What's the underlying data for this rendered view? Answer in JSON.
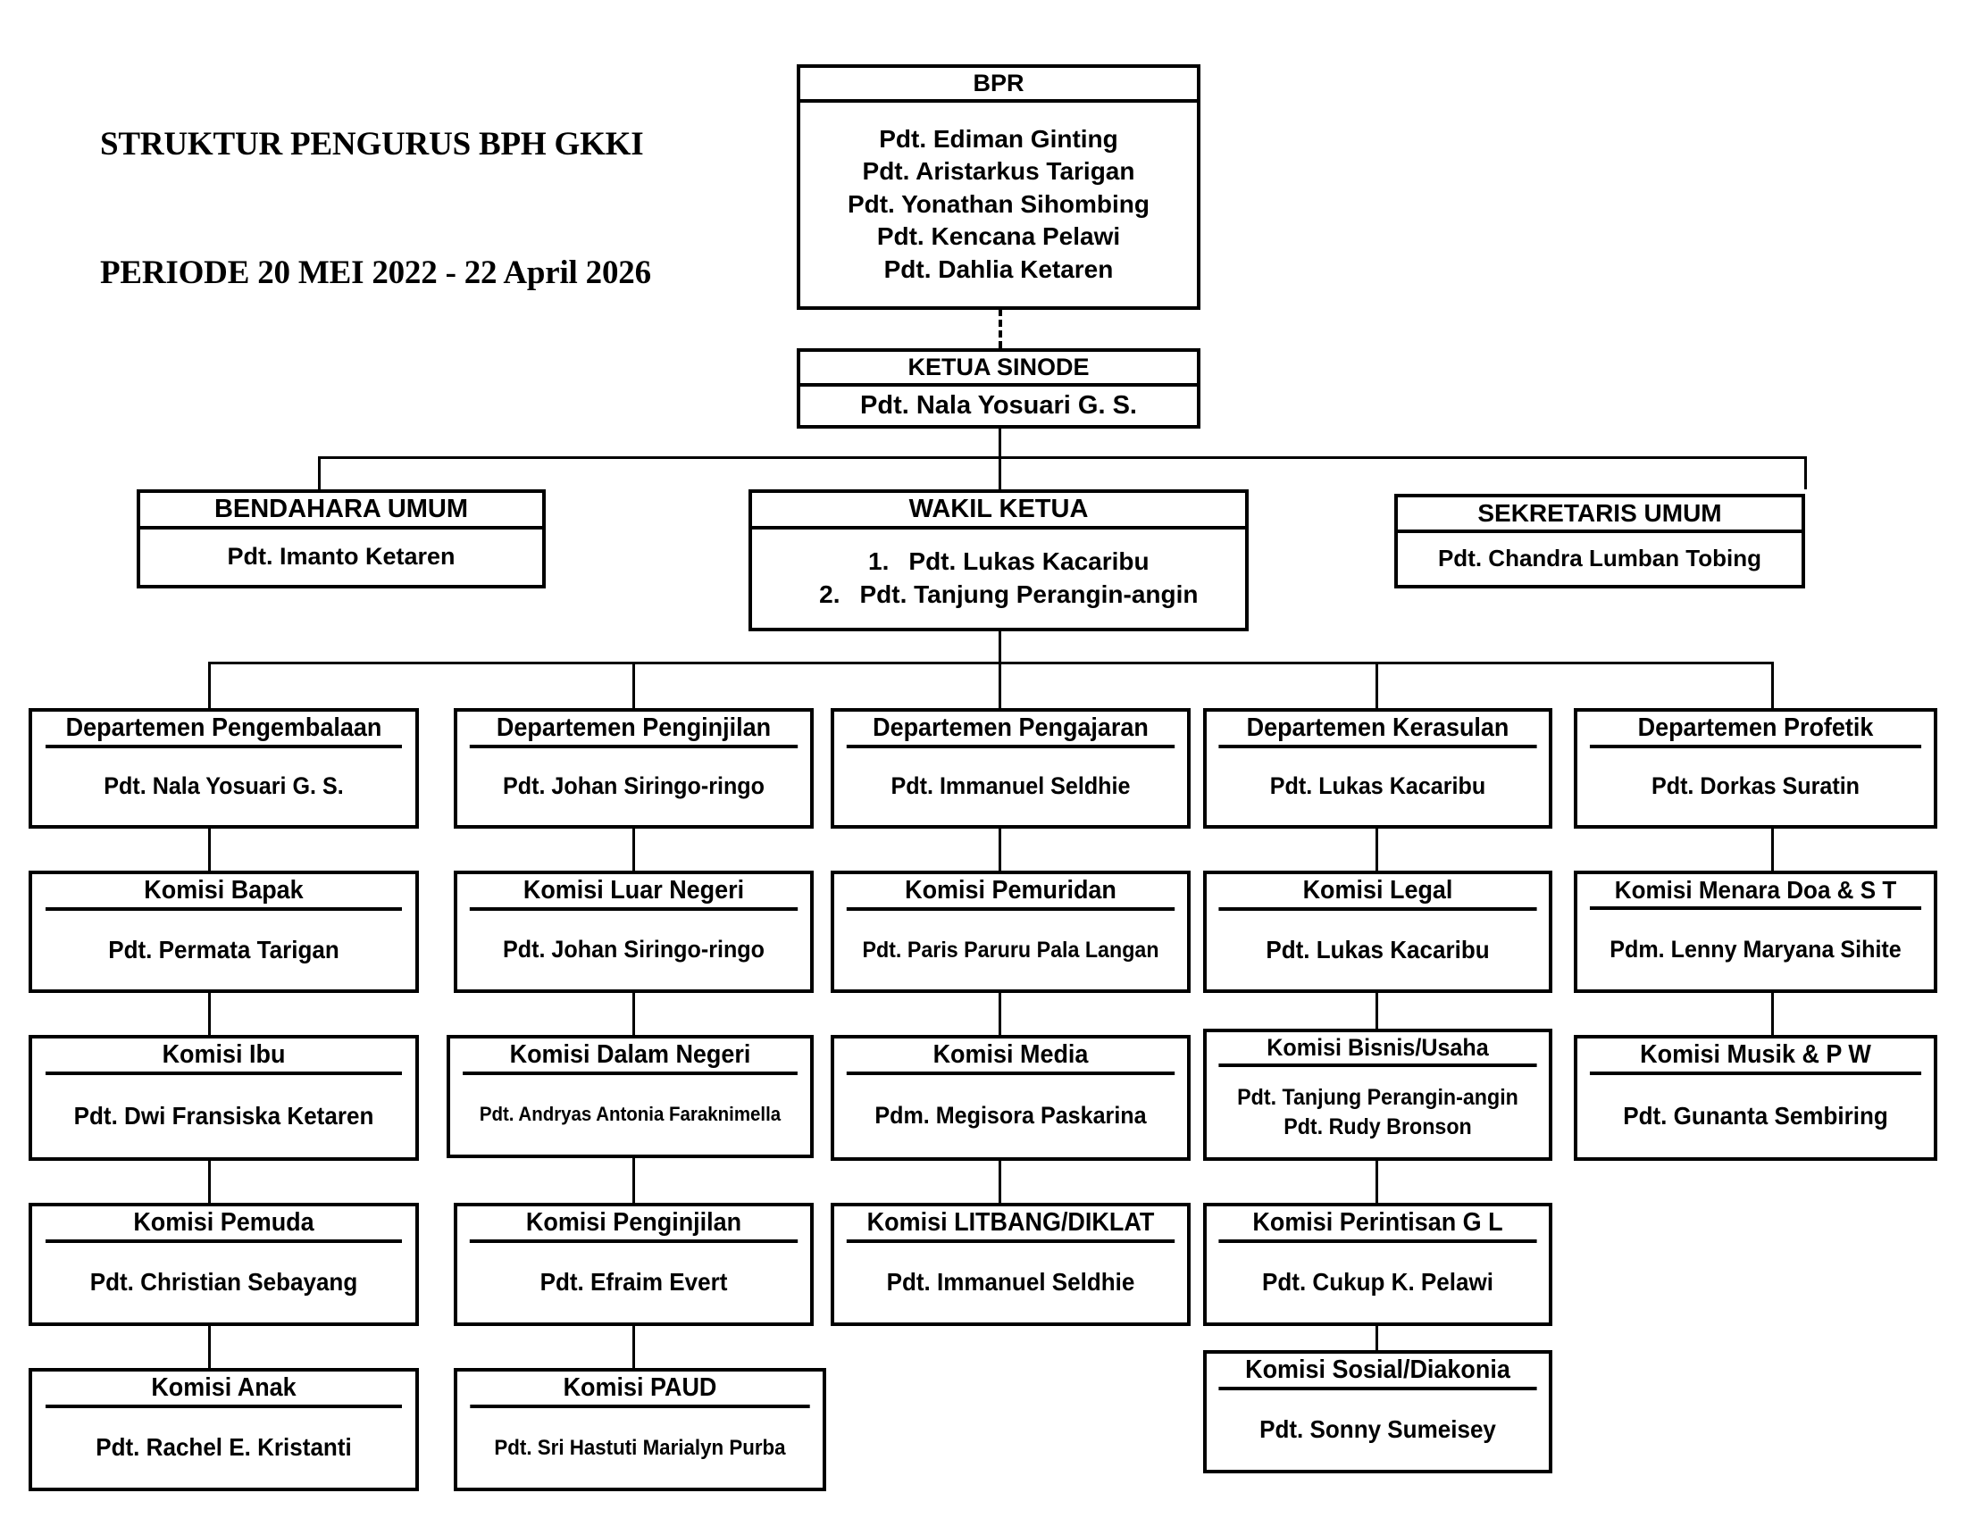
{
  "title": {
    "line1": "STRUKTUR PENGURUS BPH GKKI",
    "line2": "PERIODE 20 MEI 2022 - 22 April 2026"
  },
  "chart_data": {
    "type": "diagram",
    "diagram_kind": "organizational-chart",
    "title": "STRUKTUR PENGURUS BPH GKKI PERIODE 20 MEI 2022 - 22 April 2026",
    "nodes": [
      {
        "id": "bpr",
        "header": "BPR",
        "members": [
          "Pdt. Ediman Ginting",
          "Pdt. Aristarkus Tarigan",
          "Pdt. Yonathan Sihombing",
          "Pdt. Kencana Pelawi",
          "Pdt. Dahlia Ketaren"
        ]
      },
      {
        "id": "ketua-sinode",
        "header": "KETUA SINODE",
        "members": [
          "Pdt. Nala Yosuari G. S."
        ]
      },
      {
        "id": "bendahara-umum",
        "header": "BENDAHARA UMUM",
        "members": [
          "Pdt. Imanto Ketaren"
        ]
      },
      {
        "id": "wakil-ketua",
        "header": "WAKIL KETUA",
        "members": [
          "Pdt. Lukas Kacaribu",
          "Pdt. Tanjung Perangin-angin"
        ]
      },
      {
        "id": "sekretaris-umum",
        "header": "SEKRETARIS UMUM",
        "members": [
          "Pdt. Chandra Lumban Tobing"
        ]
      },
      {
        "id": "dep-pengembalaan",
        "header": "Departemen Pengembalaan",
        "members": [
          "Pdt. Nala Yosuari G. S."
        ]
      },
      {
        "id": "dep-penginjilan",
        "header": "Departemen Penginjilan",
        "members": [
          "Pdt. Johan Siringo-ringo"
        ]
      },
      {
        "id": "dep-pengajaran",
        "header": "Departemen Pengajaran",
        "members": [
          "Pdt. Immanuel Seldhie"
        ]
      },
      {
        "id": "dep-kerasulan",
        "header": "Departemen Kerasulan",
        "members": [
          "Pdt. Lukas Kacaribu"
        ]
      },
      {
        "id": "dep-profetik",
        "header": "Departemen Profetik",
        "members": [
          "Pdt. Dorkas Suratin"
        ]
      },
      {
        "id": "kom-bapak",
        "header": "Komisi Bapak",
        "members": [
          "Pdt. Permata Tarigan"
        ]
      },
      {
        "id": "kom-ibu",
        "header": "Komisi Ibu",
        "members": [
          "Pdt. Dwi Fransiska Ketaren"
        ]
      },
      {
        "id": "kom-pemuda",
        "header": "Komisi Pemuda",
        "members": [
          "Pdt. Christian Sebayang"
        ]
      },
      {
        "id": "kom-anak",
        "header": "Komisi Anak",
        "members": [
          "Pdt. Rachel E. Kristanti"
        ]
      },
      {
        "id": "kom-luar-negeri",
        "header": "Komisi Luar Negeri",
        "members": [
          "Pdt. Johan Siringo-ringo"
        ]
      },
      {
        "id": "kom-dalam-negeri",
        "header": "Komisi Dalam Negeri",
        "members": [
          "Pdt. Andryas Antonia Faraknimella"
        ]
      },
      {
        "id": "kom-penginjilan",
        "header": "Komisi Penginjilan",
        "members": [
          "Pdt. Efraim Evert"
        ]
      },
      {
        "id": "kom-paud",
        "header": "Komisi PAUD",
        "members": [
          "Pdt. Sri Hastuti Marialyn Purba"
        ]
      },
      {
        "id": "kom-pemuridan",
        "header": "Komisi Pemuridan",
        "members": [
          "Pdt. Paris Paruru Pala Langan"
        ]
      },
      {
        "id": "kom-media",
        "header": "Komisi Media",
        "members": [
          "Pdm. Megisora Paskarina"
        ]
      },
      {
        "id": "kom-litbang",
        "header": "Komisi LITBANG/DIKLAT",
        "members": [
          "Pdt. Immanuel Seldhie"
        ]
      },
      {
        "id": "kom-legal",
        "header": "Komisi Legal",
        "members": [
          "Pdt. Lukas Kacaribu"
        ]
      },
      {
        "id": "kom-bisnis",
        "header": "Komisi Bisnis/Usaha",
        "members": [
          "Pdt. Tanjung Perangin-angin",
          "Pdt. Rudy Bronson"
        ]
      },
      {
        "id": "kom-perintisan",
        "header": "Komisi Perintisan G L",
        "members": [
          "Pdt. Cukup K. Pelawi"
        ]
      },
      {
        "id": "kom-sosial",
        "header": "Komisi Sosial/Diakonia",
        "members": [
          "Pdt. Sonny Sumeisey"
        ]
      },
      {
        "id": "kom-menara-doa",
        "header": "Komisi Menara Doa & S T",
        "members": [
          "Pdm. Lenny Maryana Sihite"
        ]
      },
      {
        "id": "kom-musik",
        "header": "Komisi Musik & P W",
        "members": [
          "Pdt. Gunanta Sembiring"
        ]
      }
    ],
    "edges": [
      {
        "from": "bpr",
        "to": "ketua-sinode",
        "style": "dashed"
      },
      {
        "from": "ketua-sinode",
        "to": "bendahara-umum",
        "style": "solid"
      },
      {
        "from": "ketua-sinode",
        "to": "wakil-ketua",
        "style": "solid"
      },
      {
        "from": "ketua-sinode",
        "to": "sekretaris-umum",
        "style": "solid"
      },
      {
        "from": "wakil-ketua",
        "to": "dep-pengembalaan",
        "style": "solid"
      },
      {
        "from": "wakil-ketua",
        "to": "dep-penginjilan",
        "style": "solid"
      },
      {
        "from": "wakil-ketua",
        "to": "dep-pengajaran",
        "style": "solid"
      },
      {
        "from": "wakil-ketua",
        "to": "dep-kerasulan",
        "style": "solid"
      },
      {
        "from": "wakil-ketua",
        "to": "dep-profetik",
        "style": "solid"
      },
      {
        "from": "dep-pengembalaan",
        "to": "kom-bapak",
        "style": "solid"
      },
      {
        "from": "kom-bapak",
        "to": "kom-ibu",
        "style": "solid"
      },
      {
        "from": "kom-ibu",
        "to": "kom-pemuda",
        "style": "solid"
      },
      {
        "from": "kom-pemuda",
        "to": "kom-anak",
        "style": "solid"
      },
      {
        "from": "dep-penginjilan",
        "to": "kom-luar-negeri",
        "style": "solid"
      },
      {
        "from": "kom-luar-negeri",
        "to": "kom-dalam-negeri",
        "style": "solid"
      },
      {
        "from": "kom-dalam-negeri",
        "to": "kom-penginjilan",
        "style": "solid"
      },
      {
        "from": "kom-penginjilan",
        "to": "kom-paud",
        "style": "solid"
      },
      {
        "from": "dep-pengajaran",
        "to": "kom-pemuridan",
        "style": "solid"
      },
      {
        "from": "kom-pemuridan",
        "to": "kom-media",
        "style": "solid"
      },
      {
        "from": "kom-media",
        "to": "kom-litbang",
        "style": "solid"
      },
      {
        "from": "dep-kerasulan",
        "to": "kom-legal",
        "style": "solid"
      },
      {
        "from": "kom-legal",
        "to": "kom-bisnis",
        "style": "solid"
      },
      {
        "from": "kom-bisnis",
        "to": "kom-perintisan",
        "style": "solid"
      },
      {
        "from": "kom-perintisan",
        "to": "kom-sosial",
        "style": "solid"
      },
      {
        "from": "dep-profetik",
        "to": "kom-menara-doa",
        "style": "solid"
      },
      {
        "from": "kom-menara-doa",
        "to": "kom-musik",
        "style": "solid"
      }
    ],
    "colors": {
      "box_border": "#000000",
      "box_fill": "#ffffff",
      "text": "#000000",
      "background": "#ffffff"
    }
  },
  "nodes": {
    "bpr": {
      "header": "BPR",
      "m0": "Pdt. Ediman Ginting",
      "m1": "Pdt. Aristarkus Tarigan",
      "m2": "Pdt. Yonathan Sihombing",
      "m3": "Pdt. Kencana Pelawi",
      "m4": "Pdt. Dahlia Ketaren"
    },
    "ketua_sinode": {
      "header": "KETUA SINODE",
      "m0": "Pdt. Nala Yosuari G. S."
    },
    "bendahara_umum": {
      "header": "BENDAHARA UMUM",
      "m0": "Pdt. Imanto Ketaren"
    },
    "wakil_ketua": {
      "header": "WAKIL KETUA",
      "n0": "1.",
      "m0": "Pdt. Lukas Kacaribu",
      "n1": "2.",
      "m1": "Pdt. Tanjung Perangin-angin"
    },
    "sekretaris_umum": {
      "header": "SEKRETARIS UMUM",
      "m0": "Pdt. Chandra Lumban Tobing"
    },
    "dep_pengembalaan": {
      "header": "Departemen Pengembalaan",
      "m0": "Pdt. Nala Yosuari G. S."
    },
    "dep_penginjilan": {
      "header": "Departemen Penginjilan",
      "m0": "Pdt. Johan Siringo-ringo"
    },
    "dep_pengajaran": {
      "header": "Departemen Pengajaran",
      "m0": "Pdt. Immanuel Seldhie"
    },
    "dep_kerasulan": {
      "header": "Departemen Kerasulan",
      "m0": "Pdt. Lukas Kacaribu"
    },
    "dep_profetik": {
      "header": "Departemen Profetik",
      "m0": "Pdt. Dorkas Suratin"
    },
    "kom_bapak": {
      "header": "Komisi Bapak",
      "m0": "Pdt. Permata Tarigan"
    },
    "kom_ibu": {
      "header": "Komisi Ibu",
      "m0": "Pdt. Dwi Fransiska Ketaren"
    },
    "kom_pemuda": {
      "header": "Komisi Pemuda",
      "m0": "Pdt. Christian Sebayang"
    },
    "kom_anak": {
      "header": "Komisi Anak",
      "m0": "Pdt. Rachel E. Kristanti"
    },
    "kom_luar_negeri": {
      "header": "Komisi Luar Negeri",
      "m0": "Pdt. Johan Siringo-ringo"
    },
    "kom_dalam_negeri": {
      "header": "Komisi Dalam Negeri",
      "m0": "Pdt. Andryas Antonia Faraknimella"
    },
    "kom_penginjilan": {
      "header": "Komisi Penginjilan",
      "m0": "Pdt. Efraim Evert"
    },
    "kom_paud": {
      "header": "Komisi PAUD",
      "m0": "Pdt. Sri Hastuti Marialyn Purba"
    },
    "kom_pemuridan": {
      "header": "Komisi Pemuridan",
      "m0": "Pdt. Paris Paruru Pala Langan"
    },
    "kom_media": {
      "header": "Komisi Media",
      "m0": "Pdm. Megisora Paskarina"
    },
    "kom_litbang": {
      "header": "Komisi LITBANG/DIKLAT",
      "m0": "Pdt. Immanuel Seldhie"
    },
    "kom_legal": {
      "header": "Komisi Legal",
      "m0": "Pdt. Lukas Kacaribu"
    },
    "kom_bisnis": {
      "header": "Komisi Bisnis/Usaha",
      "m0": "Pdt. Tanjung Perangin-angin",
      "m1": "Pdt. Rudy Bronson"
    },
    "kom_perintisan": {
      "header": "Komisi Perintisan G L",
      "m0": "Pdt. Cukup K. Pelawi"
    },
    "kom_sosial": {
      "header": "Komisi Sosial/Diakonia",
      "m0": "Pdt. Sonny Sumeisey"
    },
    "kom_menara_doa": {
      "header": "Komisi Menara Doa & S T",
      "m0": "Pdm. Lenny Maryana Sihite"
    },
    "kom_musik": {
      "header": "Komisi Musik & P W",
      "m0": "Pdt. Gunanta Sembiring"
    }
  }
}
